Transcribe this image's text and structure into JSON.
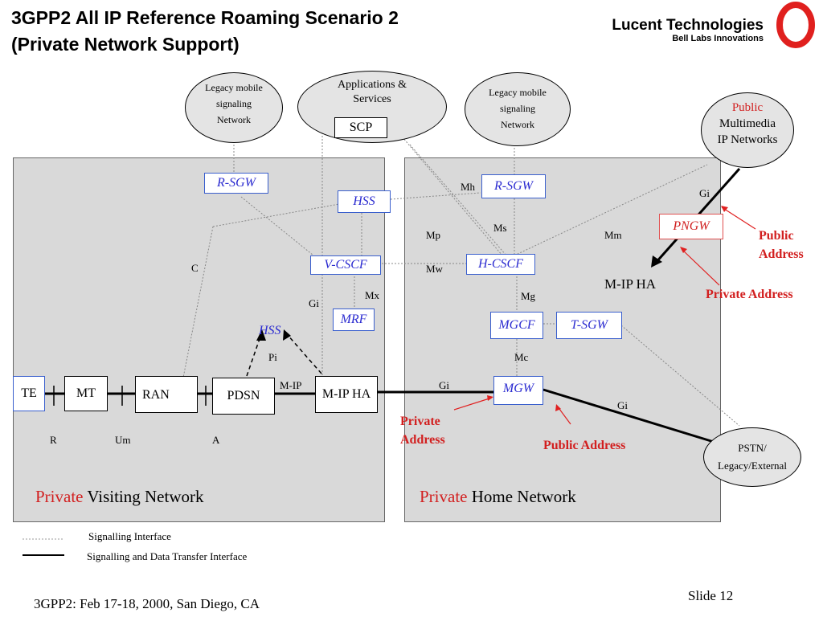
{
  "title": {
    "line1": "3GPP2 All IP Reference Roaming Scenario 2",
    "line2": "(Private Network Support)"
  },
  "brand": {
    "name": "Lucent Technologies",
    "tagline": "Bell Labs Innovations"
  },
  "clouds": {
    "legacy_left": [
      "Legacy mobile",
      "signaling",
      "Network"
    ],
    "apps": [
      "Applications &",
      "Services"
    ],
    "scp": "SCP",
    "legacy_right": [
      "Legacy mobile",
      "signaling",
      "Network"
    ],
    "public_mm": {
      "public": "Public",
      "rest": [
        "Multimedia",
        "IP Networks"
      ]
    },
    "pstn": [
      "PSTN/",
      "Legacy/External"
    ]
  },
  "visited": {
    "rsgw": "R-SGW",
    "hss": "HSS",
    "vcscf": "V-CSCF",
    "mrf": "MRF",
    "hss2": "HSS",
    "net_private": "Private",
    "net_rest": " Visiting Network"
  },
  "home": {
    "rsgw": "R-SGW",
    "hcscf": "H-CSCF",
    "mgcf": "MGCF",
    "tsgw": "T-SGW",
    "mgw": "MGW",
    "pngw": "PNGW",
    "mip_ha": "M-IP HA",
    "net_private": "Private",
    "net_rest": " Home Network"
  },
  "chain": {
    "te": "TE",
    "mt": "MT",
    "ran": "RAN",
    "pdsn": "PDSN",
    "mip_ha": "M-IP HA",
    "mip": "M-IP"
  },
  "interfaces": {
    "c": "C",
    "gi1": "Gi",
    "mx": "Mx",
    "pi": "Pi",
    "mh": "Mh",
    "ms": "Ms",
    "mp": "Mp",
    "mm": "Mm",
    "mw": "Mw",
    "mg": "Mg",
    "mc": "Mc",
    "gi2": "Gi",
    "gi3": "Gi",
    "gi4": "Gi",
    "r": "R",
    "um": "Um",
    "a": "A"
  },
  "annotations": {
    "public_address1": [
      "Public",
      "Address"
    ],
    "private_address1": "Private Address",
    "private_address2": [
      "Private",
      "Address"
    ],
    "public_address2": "Public Address"
  },
  "legend": {
    "dotted": "Signalling Interface",
    "solid": "Signalling and Data Transfer Interface"
  },
  "footer": {
    "left": "3GPP2: Feb 17-18, 2000, San Diego, CA",
    "slide": "Slide 12"
  },
  "colors": {
    "panel": "#d9d9d9",
    "node_border": "#3a5fcd",
    "node_text": "#2b2bd0",
    "red": "#d21f1f",
    "logo": "#e0201e"
  }
}
